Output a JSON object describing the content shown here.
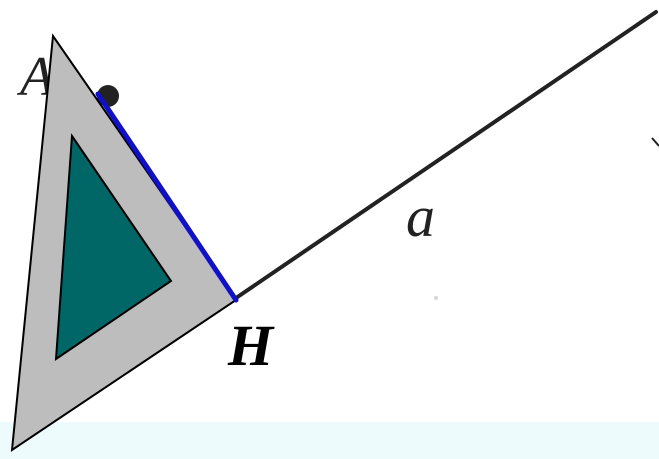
{
  "labels": {
    "point_a": "A",
    "line": "a",
    "foot": "H"
  },
  "colors": {
    "background": "#ffffff",
    "bottom_band": "#eefbfd",
    "line_a": "#222222",
    "perpendicular": "#1010c8",
    "triangle_outer": "#bdbdbd",
    "triangle_inner": "#006666",
    "triangle_stroke": "#000000",
    "point": "#222222"
  },
  "icons": {
    "set_square": "set-square-icon"
  }
}
